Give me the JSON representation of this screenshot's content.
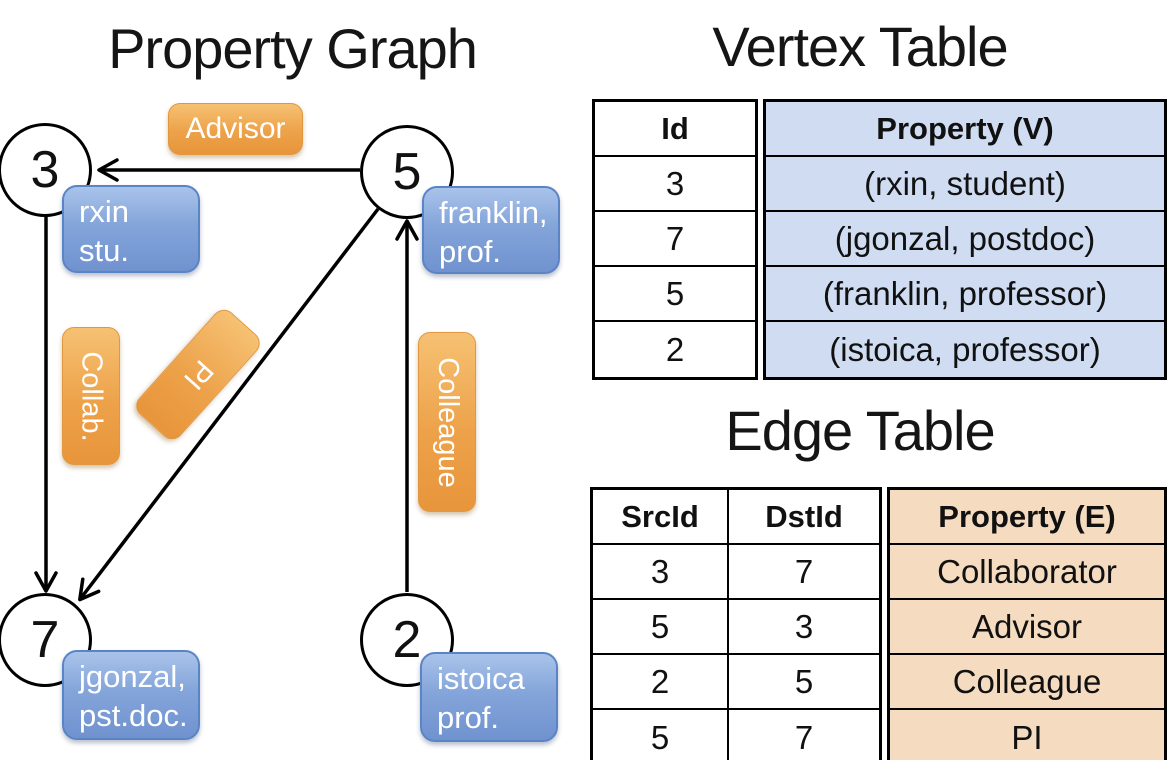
{
  "graph": {
    "title": "Property Graph",
    "nodes": [
      {
        "id": "3",
        "property_line1": "rxin",
        "property_line2": "stu."
      },
      {
        "id": "5",
        "property_line1": "franklin,",
        "property_line2": "prof."
      },
      {
        "id": "7",
        "property_line1": "jgonzal,",
        "property_line2": "pst.doc."
      },
      {
        "id": "2",
        "property_line1": "istoica",
        "property_line2": "prof."
      }
    ],
    "edges": [
      {
        "src": "5",
        "dst": "3",
        "label": "Advisor"
      },
      {
        "src": "3",
        "dst": "7",
        "label": "Collab."
      },
      {
        "src": "5",
        "dst": "7",
        "label": "PI"
      },
      {
        "src": "2",
        "dst": "5",
        "label": "Colleague"
      }
    ]
  },
  "vertex_table": {
    "title": "Vertex Table",
    "columns": [
      "Id",
      "Property (V)"
    ],
    "rows": [
      [
        "3",
        "(rxin, student)"
      ],
      [
        "7",
        "(jgonzal, postdoc)"
      ],
      [
        "5",
        "(franklin, professor)"
      ],
      [
        "2",
        "(istoica, professor)"
      ]
    ]
  },
  "edge_table": {
    "title": "Edge Table",
    "columns": [
      "SrcId",
      "DstId",
      "Property (E)"
    ],
    "rows": [
      [
        "3",
        "7",
        "Collaborator"
      ],
      [
        "5",
        "3",
        "Advisor"
      ],
      [
        "2",
        "5",
        "Colleague"
      ],
      [
        "5",
        "7",
        "PI"
      ]
    ]
  },
  "colors": {
    "background": "#ffffff",
    "node_fill": "#ffffff",
    "node_stroke": "#000000",
    "edge_line": "#000000",
    "edge_label_orange_top": "#f6c173",
    "edge_label_orange_bottom": "#e8953b",
    "vertex_box_blue_top": "#a9c3ea",
    "vertex_box_blue_bottom": "#7092cf",
    "box_text": "#ffffff",
    "vertex_table_property_bg": "#cfdcf1",
    "edge_table_property_bg": "#f5dcc1",
    "table_border": "#000000",
    "title_text": "#151515"
  }
}
